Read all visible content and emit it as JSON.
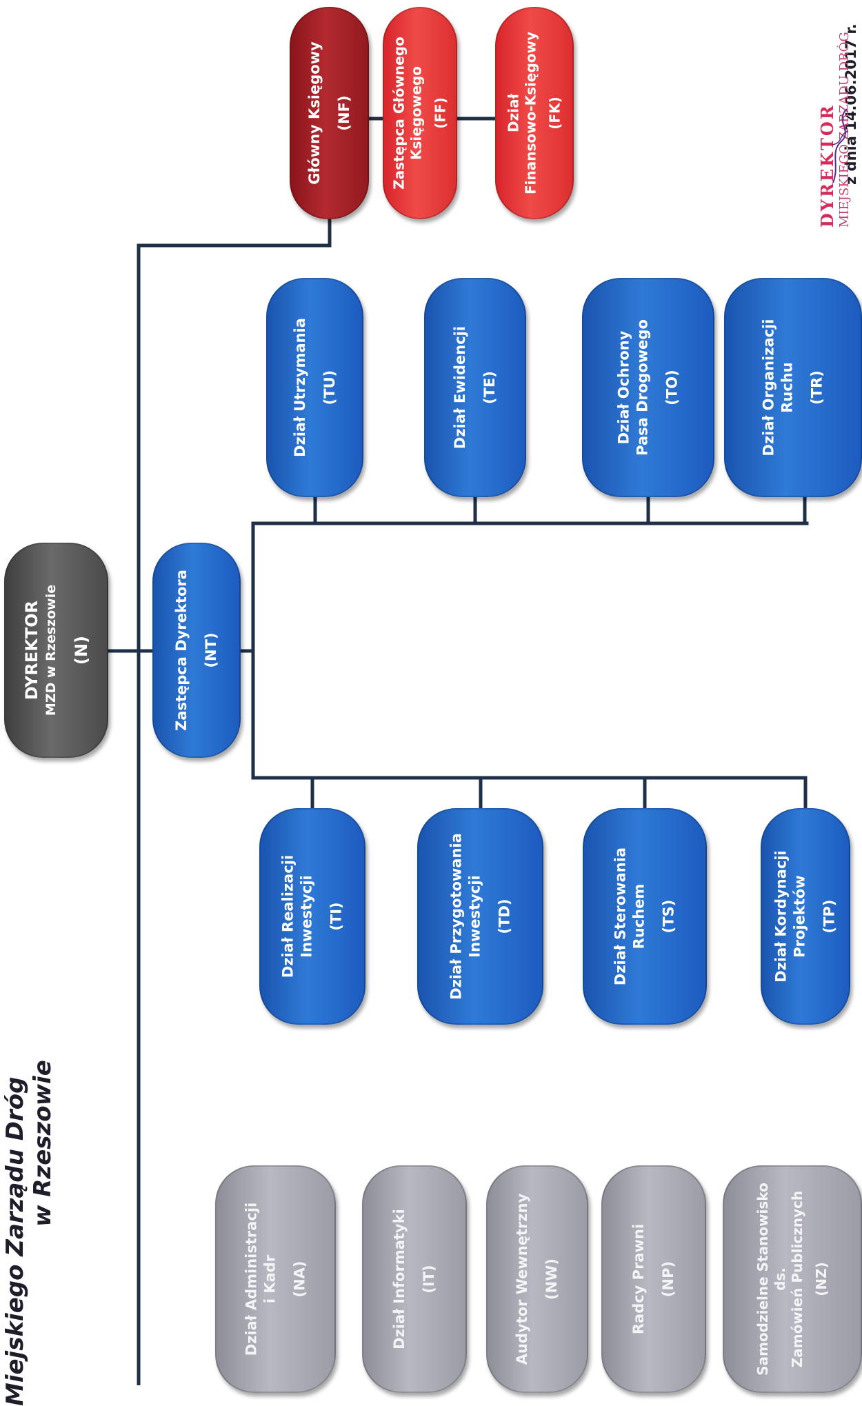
{
  "header": {
    "title_line1": "Miejskiego Zarządu Dróg",
    "title_line2": "w Rzeszowie",
    "date_text": "z dnia 14.06.2017 r."
  },
  "colors": {
    "connector": "#1f2f45",
    "gray_box": "#a6a6b0",
    "blue_box": "#2468c8",
    "director_box": "#555555",
    "red_dark_box": "#9e1c22",
    "red_box": "#e53a3a"
  },
  "nodes": {
    "director": {
      "name": "DYREKTOR",
      "sub": "MZD w Rzeszowie",
      "code": "(N)"
    },
    "deputy_director": {
      "name": "Zastępca Dyrektora",
      "code": "(NT)"
    },
    "chief_accountant": {
      "name": "Główny Księgowy",
      "code": "(NF)"
    },
    "deputy_accountant": {
      "line1": "Zastępca Głównego",
      "line2": "Księgowego",
      "code": "(FF)"
    },
    "finance_dept": {
      "line1": "Dział",
      "line2": "Finansowo-Księgowy",
      "code": "(FK)"
    },
    "dept_tu": {
      "line1": "Dział Utrzymania",
      "code": "(TU)"
    },
    "dept_te": {
      "line1": "Dział Ewidencji",
      "code": "(TE)"
    },
    "dept_to": {
      "line1": "Dział Ochrony",
      "line2": "Pasa Drogowego",
      "code": "(TO)"
    },
    "dept_tr": {
      "line1": "Dział Organizacji",
      "line2": "Ruchu",
      "code": "(TR)"
    },
    "dept_ti": {
      "line1": "Dział Realizacji",
      "line2": "Inwestycji",
      "code": "(TI)"
    },
    "dept_td": {
      "line1": "Dział Przygotowania",
      "line2": "Inwestycji",
      "code": "(TD)"
    },
    "dept_ts": {
      "line1": "Dział Sterowania",
      "line2": "Ruchem",
      "code": "(TS)"
    },
    "dept_tp": {
      "line1": "Dział Kordynacji",
      "line2": "Projektów",
      "code": "(TP)"
    },
    "dept_na": {
      "line1": "Dział Administracji",
      "line2": "i Kadr",
      "code": "(NA)"
    },
    "dept_it": {
      "line1": "Dział Informatyki",
      "code": "(IT)"
    },
    "dept_nw": {
      "line1": "Audytor Wewnętrzny",
      "code": "(NW)"
    },
    "dept_np": {
      "line1": "Radcy Prawni",
      "code": "(NP)"
    },
    "dept_nz": {
      "line1": "Samodzielne  Stanowisko",
      "line2": "ds.",
      "line3": "Zamówień Publicznych",
      "code": "(NZ)"
    }
  },
  "stamp": {
    "line1": "DYREKTOR",
    "line2": "MIEJSKIEGO ZARZĄDU DRÓG"
  }
}
